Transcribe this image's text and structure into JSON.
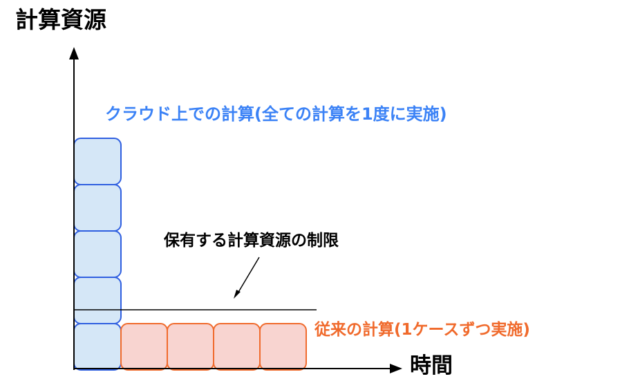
{
  "labels": {
    "y_axis": "計算資源",
    "x_axis": "時間",
    "cloud": "クラウド上での計算(全ての計算を1度に実施)",
    "limit": "保有する計算資源の制限",
    "conventional": "従来の計算(1ケースずつ実施)"
  },
  "colors": {
    "cloud_text": "#3b82f6",
    "cloud_fill": "#d5e7f7",
    "cloud_stroke": "#2f5fe0",
    "conventional_text": "#f06a2c",
    "conventional_fill": "#f8d4d0",
    "conventional_stroke": "#f06a2c",
    "axis": "#000000"
  },
  "diagram": {
    "cloud_blocks": 5,
    "conventional_blocks": 4
  }
}
